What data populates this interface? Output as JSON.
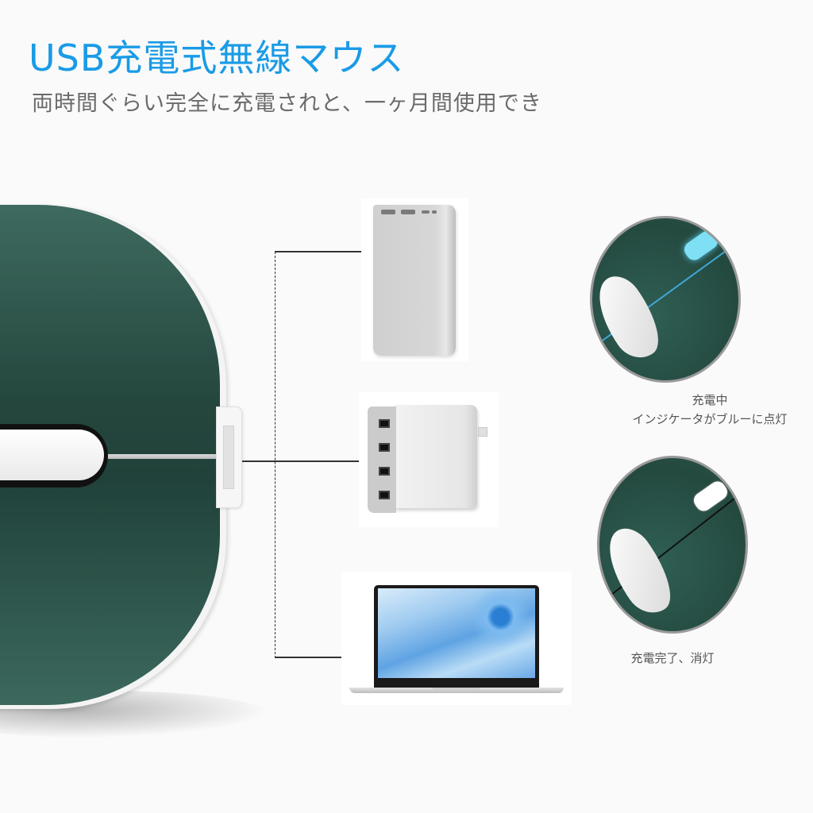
{
  "header": {
    "title": "USB充電式無線マウス",
    "subtitle": "両時間ぐらい完全に充電されと、一ヶ月間使用でき"
  },
  "colors": {
    "title": "#1a9be6",
    "subtitle": "#6a6a6a",
    "mouse_green": "#24463d",
    "led_blue": "#7fe0f5",
    "background": "#fafafa"
  },
  "product": {
    "name": "wireless-mouse",
    "color": "dark green"
  },
  "charging_sources": [
    {
      "name": "power-bank",
      "icon": "power-bank-icon"
    },
    {
      "name": "usb-wall-charger",
      "icon": "wall-charger-icon"
    },
    {
      "name": "laptop",
      "icon": "laptop-icon"
    }
  ],
  "indicators": [
    {
      "state": "charging",
      "caption_line1": "充電中",
      "caption_line2": "インジケータがブルーに点灯",
      "led_color": "#7fe0f5"
    },
    {
      "state": "charged",
      "caption_line1": "充電完了、消灯",
      "led_color": "#ffffff"
    }
  ]
}
